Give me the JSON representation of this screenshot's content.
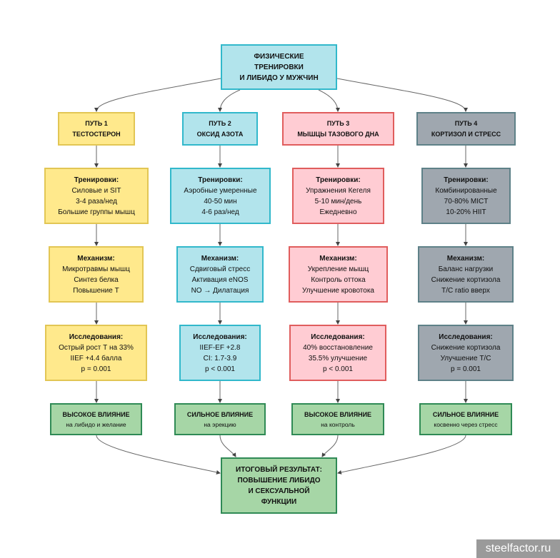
{
  "top": {
    "lines": [
      "ФИЗИЧЕСКИЕ",
      "ТРЕНИРОВКИ",
      "И ЛИБИДО У МУЖЧИН"
    ]
  },
  "paths": [
    {
      "title": [
        "ПУТЬ 1",
        "ТЕСТОСТЕРОН"
      ],
      "training": {
        "label": "Тренировки:",
        "lines": [
          "Силовые и SIT",
          "3-4 раза/нед",
          "Большие группы мышц"
        ]
      },
      "mechanism": {
        "label": "Механизм:",
        "lines": [
          "Микротравмы мышц",
          "Синтез белка",
          "Повышение Т"
        ]
      },
      "research": {
        "label": "Исследования:",
        "lines": [
          "Острый рост Т на 33%",
          "IIEF +4.4 балла",
          "p = 0.001"
        ]
      },
      "impact": {
        "title": "ВЫСОКОЕ ВЛИЯНИЕ",
        "sub": "на либидо и желание"
      }
    },
    {
      "title": [
        "ПУТЬ 2",
        "ОКСИД АЗОТА"
      ],
      "training": {
        "label": "Тренировки:",
        "lines": [
          "Аэробные умеренные",
          "40-50 мин",
          "4-6 раз/нед"
        ]
      },
      "mechanism": {
        "label": "Механизм:",
        "lines": [
          "Сдвиговый стресс",
          "Активация eNOS",
          "NO → Дилатация"
        ]
      },
      "research": {
        "label": "Исследования:",
        "lines": [
          "IIEF-EF +2.8",
          "CI: 1.7-3.9",
          "p < 0.001"
        ]
      },
      "impact": {
        "title": "СИЛЬНОЕ ВЛИЯНИЕ",
        "sub": "на эрекцию"
      }
    },
    {
      "title": [
        "ПУТЬ 3",
        "МЫШЦЫ ТАЗОВОГО ДНА"
      ],
      "training": {
        "label": "Тренировки:",
        "lines": [
          "Упражнения Кегеля",
          "5-10 мин/день",
          "Ежедневно"
        ]
      },
      "mechanism": {
        "label": "Механизм:",
        "lines": [
          "Укрепление мышц",
          "Контроль оттока",
          "Улучшение кровотока"
        ]
      },
      "research": {
        "label": "Исследования:",
        "lines": [
          "40% восстановление",
          "35.5% улучшение",
          "p < 0.001"
        ]
      },
      "impact": {
        "title": "ВЫСОКОЕ ВЛИЯНИЕ",
        "sub": "на контроль"
      }
    },
    {
      "title": [
        "ПУТЬ 4",
        "КОРТИЗОЛ И СТРЕСС"
      ],
      "training": {
        "label": "Тренировки:",
        "lines": [
          "Комбинированные",
          "70-80% MICT",
          "10-20% HIIT"
        ]
      },
      "mechanism": {
        "label": "Механизм:",
        "lines": [
          "Баланс нагрузки",
          "Снижение кортизола",
          "T/C ratio вверх"
        ]
      },
      "research": {
        "label": "Исследования:",
        "lines": [
          "Снижение кортизола",
          "Улучшение T/C",
          "p = 0.001"
        ]
      },
      "impact": {
        "title": "СИЛЬНОЕ ВЛИЯНИЕ",
        "sub": "косвенно через стресс"
      }
    }
  ],
  "result": {
    "lines": [
      "ИТОГОВЫЙ РЕЗУЛЬТАТ:",
      "ПОВЫШЕНИЕ ЛИБИДО",
      "И СЕКСУАЛЬНОЙ",
      "ФУНКЦИИ"
    ]
  },
  "watermark": "steelfactor.ru"
}
